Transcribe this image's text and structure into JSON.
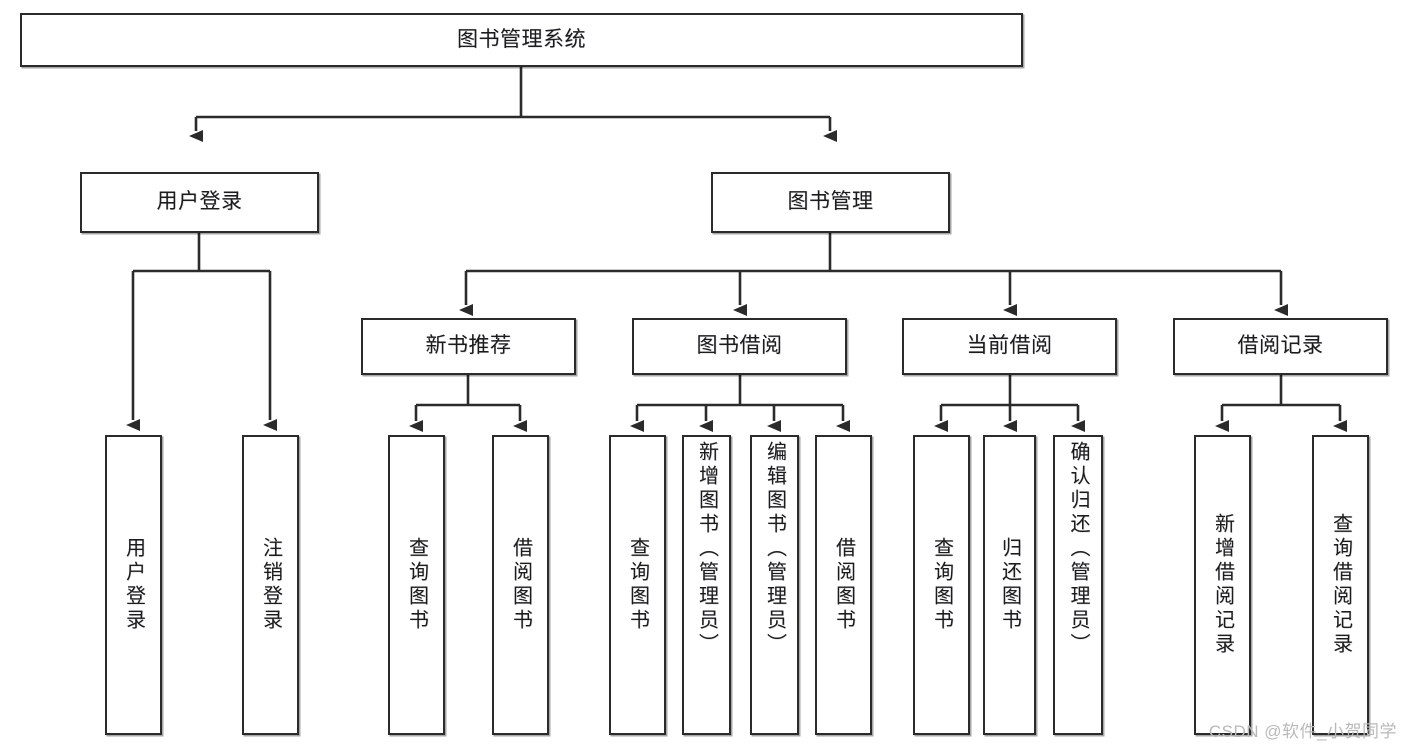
{
  "diagram": {
    "title": "图书管理系统",
    "type": "tree-hierarchy-chart",
    "watermark": "CSDN @软件_小贺同学",
    "colors": {
      "box_border": "#2b2b2b",
      "box_fill": "#ffffff",
      "connector": "#2b2b2b",
      "text": "#1c1c1c",
      "watermark": "#b9b9b9",
      "background": "#ffffff"
    },
    "nodes": {
      "root": {
        "label": "图书管理系统",
        "level": 0,
        "orientation": "horizontal"
      },
      "l1": [
        {
          "id": "user-login",
          "label": "用户登录",
          "orientation": "horizontal"
        },
        {
          "id": "book-management",
          "label": "图书管理",
          "orientation": "horizontal"
        }
      ],
      "l2": [
        {
          "id": "new-book-recommend",
          "label": "新书推荐",
          "orientation": "horizontal",
          "parent": "book-management"
        },
        {
          "id": "book-borrow",
          "label": "图书借阅",
          "orientation": "horizontal",
          "parent": "book-management"
        },
        {
          "id": "current-borrow",
          "label": "当前借阅",
          "orientation": "horizontal",
          "parent": "book-management"
        },
        {
          "id": "borrow-record",
          "label": "借阅记录",
          "orientation": "horizontal",
          "parent": "book-management"
        }
      ],
      "leaves": [
        {
          "id": "leaf-user-login",
          "label": "用户登录",
          "parent": "user-login",
          "orientation": "vertical"
        },
        {
          "id": "leaf-user-logout",
          "label": "注销登录",
          "parent": "user-login",
          "orientation": "vertical"
        },
        {
          "id": "leaf-query-book-1",
          "label": "查询图书",
          "parent": "new-book-recommend",
          "orientation": "vertical"
        },
        {
          "id": "leaf-borrow-book-1",
          "label": "借阅图书",
          "parent": "new-book-recommend",
          "orientation": "vertical"
        },
        {
          "id": "leaf-query-book-2",
          "label": "查询图书",
          "parent": "book-borrow",
          "orientation": "vertical"
        },
        {
          "id": "leaf-add-book",
          "label": "新增图书（管理员）",
          "parent": "book-borrow",
          "orientation": "vertical"
        },
        {
          "id": "leaf-edit-book",
          "label": "编辑图书（管理员）",
          "parent": "book-borrow",
          "orientation": "vertical"
        },
        {
          "id": "leaf-borrow-book-2",
          "label": "借阅图书",
          "parent": "book-borrow",
          "orientation": "vertical"
        },
        {
          "id": "leaf-query-book-3",
          "label": "查询图书",
          "parent": "current-borrow",
          "orientation": "vertical"
        },
        {
          "id": "leaf-return-book",
          "label": "归还图书",
          "parent": "current-borrow",
          "orientation": "vertical"
        },
        {
          "id": "leaf-confirm-return",
          "label": "确认归还（管理员）",
          "parent": "current-borrow",
          "orientation": "vertical"
        },
        {
          "id": "leaf-add-record",
          "label": "新增借阅记录",
          "parent": "borrow-record",
          "orientation": "vertical"
        },
        {
          "id": "leaf-query-record",
          "label": "查询借阅记录",
          "parent": "borrow-record",
          "orientation": "vertical"
        }
      ]
    }
  }
}
